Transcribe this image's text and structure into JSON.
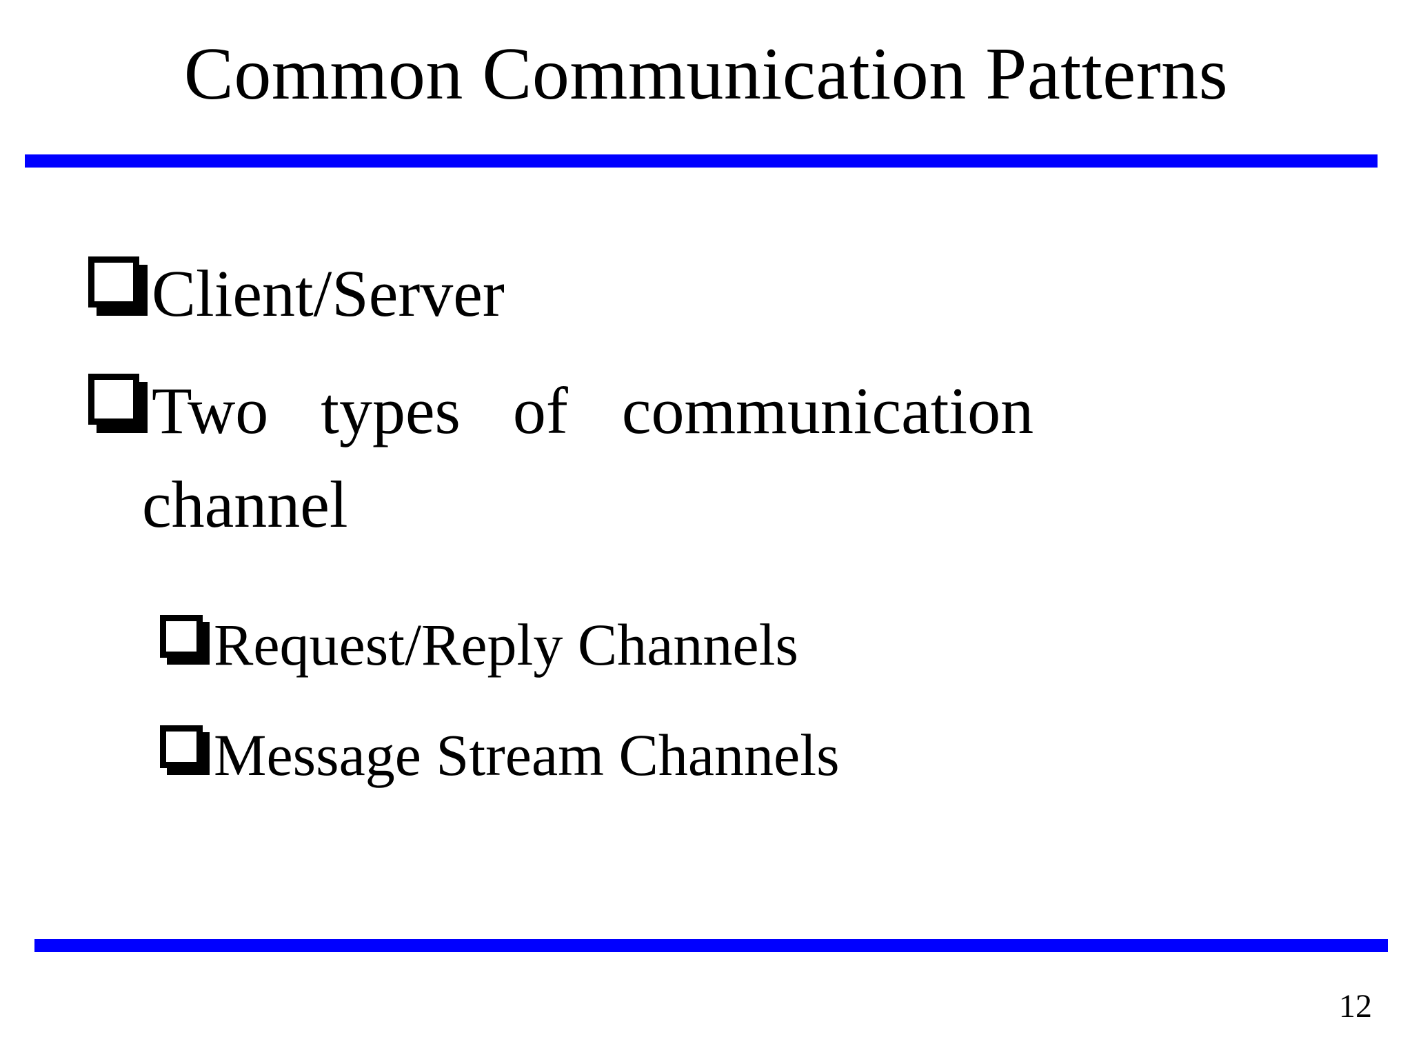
{
  "slide": {
    "title": "Common Communication Patterns",
    "page_number": "12",
    "accent_color": "#0000FF",
    "background_color": "#FFFFFF",
    "text_color": "#000000",
    "divider_top_name": "top-divider-rule",
    "divider_bottom_name": "bottom-divider-rule"
  },
  "bullets": {
    "level1": [
      {
        "marker": "shadowed-square-bullet",
        "text": "Client/Server"
      },
      {
        "marker": "shadowed-square-bullet",
        "text": "Two types of communication channel"
      }
    ],
    "level2": [
      {
        "marker": "shadowed-square-bullet",
        "text": "Request/Reply Channels"
      },
      {
        "marker": "shadowed-square-bullet",
        "text": "Message Stream Channels"
      }
    ]
  },
  "justified_line_words": {
    "w1": "Two",
    "w2": "types",
    "w3": "of",
    "w4": "communication",
    "w5": "channel"
  }
}
